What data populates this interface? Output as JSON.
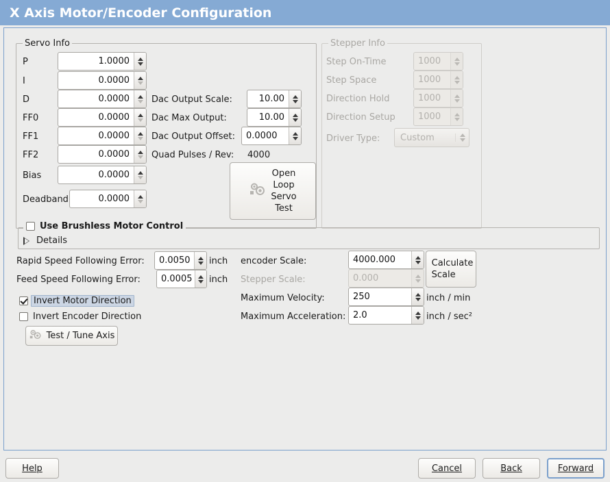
{
  "window": {
    "title": "X Axis Motor/Encoder Configuration",
    "titlebar_color": "#85aad4",
    "panel_border_color": "#7ba0cc",
    "background_color": "#ececeb"
  },
  "servo_info": {
    "legend": "Servo Info",
    "fields": [
      {
        "label": "P",
        "value": "1.0000"
      },
      {
        "label": "I",
        "value": "0.0000"
      },
      {
        "label": "D",
        "value": "0.0000"
      },
      {
        "label": "FF0",
        "value": "0.0000"
      },
      {
        "label": "FF1",
        "value": "0.0000"
      },
      {
        "label": "FF2",
        "value": "0.0000"
      },
      {
        "label": "Bias",
        "value": "0.0000"
      },
      {
        "label": "Deadband",
        "value": "0.0000"
      }
    ],
    "dac": [
      {
        "label": "Dac Output Scale:",
        "value": "10.00"
      },
      {
        "label": "Dac Max Output:",
        "value": "10.00"
      },
      {
        "label": "Dac Output Offset:",
        "value": "0.0000"
      }
    ],
    "quad_pulses_label": "Quad Pulses / Rev:",
    "quad_pulses_value": "4000",
    "open_loop_button": {
      "lines": [
        "Open",
        "Loop",
        "Servo",
        "Test"
      ],
      "icon": "gears-icon"
    }
  },
  "stepper_info": {
    "legend": "Stepper Info",
    "disabled": true,
    "fields": [
      {
        "label": "Step On-Time",
        "value": "1000"
      },
      {
        "label": "Step Space",
        "value": "1000"
      },
      {
        "label": "Direction Hold",
        "value": "1000"
      },
      {
        "label": "Direction Setup",
        "value": "1000"
      }
    ],
    "driver_type_label": "Driver Type:",
    "driver_type_value": "Custom"
  },
  "brushless": {
    "legend": "Use Brushless Motor Control",
    "checked": false,
    "details_label": "Details",
    "details_expanded": false
  },
  "errors": {
    "rapid_label": "Rapid Speed Following Error:",
    "rapid_value": "0.0050",
    "rapid_unit": "inch",
    "feed_label": "Feed Speed Following Error:",
    "feed_value": "0.0005",
    "feed_unit": "inch"
  },
  "invert": {
    "motor_label": "Invert Motor Direction",
    "motor_checked": true,
    "motor_focused": true,
    "encoder_label": "Invert Encoder Direction",
    "encoder_checked": false
  },
  "test_tune_button": {
    "label": "Test / Tune Axis",
    "icon": "gears-icon"
  },
  "scales": {
    "encoder_label": "encoder Scale:",
    "encoder_value": "4000.000",
    "stepper_label": "Stepper Scale:",
    "stepper_value": "0.000",
    "stepper_disabled": true,
    "max_velocity_label": "Maximum Velocity:",
    "max_velocity_value": "250",
    "max_velocity_unit": "inch / min",
    "max_accel_label": "Maximum Acceleration:",
    "max_accel_value": "2.0",
    "max_accel_unit": "inch / sec²",
    "calculate_button_lines": [
      "Calculate",
      "Scale"
    ]
  },
  "actions": {
    "help": "Help",
    "cancel": "Cancel",
    "back": "Back",
    "forward": "Forward",
    "forward_is_default": true
  }
}
